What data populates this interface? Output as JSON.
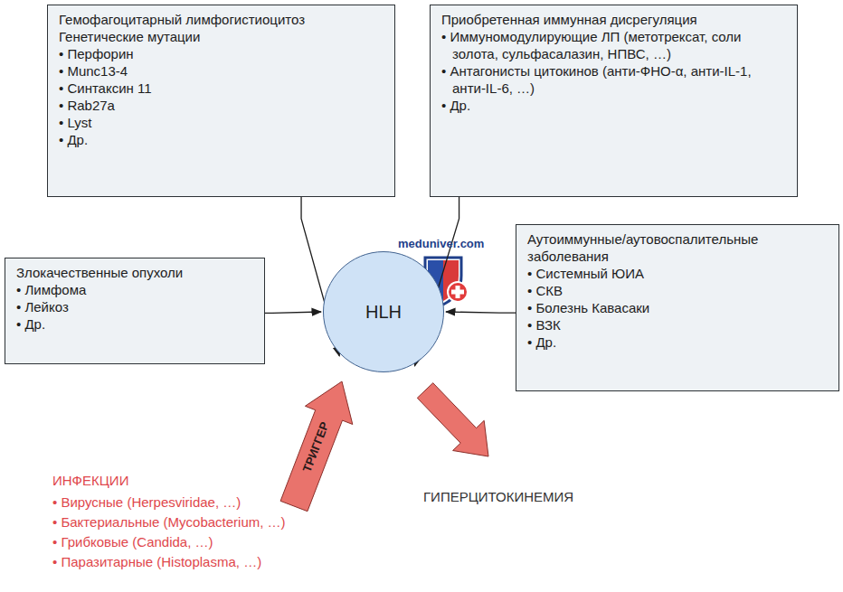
{
  "diagram": {
    "nodes": [
      {
        "text": [
          "Гемофагоцитарный лимфогистиоцитоз",
          "Генетические мутации",
          "• Перфорин",
          "• Munc13-4",
          "• Синтаксин 11",
          "• Rab27a",
          "• Lyst",
          "• Др."
        ]
      },
      {
        "text": [
          "Приобретенная иммунная дисрегуляция",
          "• Иммуномодулирующие ЛП (метотрексат, соли золота, сульфасалазин, НПВС, …)",
          "• Антагонисты цитокинов (анти-ФНО-α, анти-IL-1, анти-IL-6, …)",
          "• Др."
        ]
      },
      {
        "text": [
          "Злокачественные опухоли",
          "• Лимфома",
          "• Лейкоз",
          "• Др."
        ]
      },
      {
        "text": [
          "HLH"
        ]
      },
      {
        "text": [
          "Аутоиммунные/аутовоспалительные заболевания",
          "• Системный ЮИА",
          "• СКВ",
          "• Болезнь Кавасаки",
          "• ВЗК",
          "• Др."
        ]
      }
    ],
    "edges": [
      {
        "from": 0,
        "to": 3,
        "arrow": "to"
      },
      {
        "from": 1,
        "to": 3,
        "arrow": "to"
      },
      {
        "from": 2,
        "to": 3,
        "arrow": "to"
      },
      {
        "from": 4,
        "to": 3,
        "arrow": "to"
      }
    ],
    "labels": [
      "ИНФЕКЦИИ",
      "• Вирусные (Herpesviridae, …)",
      "• Бактериальные (Mycobacterium, …)",
      "• Грибковые (Candida, …)",
      "• Паразитарные (Histoplasma, …)",
      "ТРИГГЕР",
      "ГИПЕРЦИТОКИНЕМИЯ",
      "meduniver.com"
    ]
  }
}
